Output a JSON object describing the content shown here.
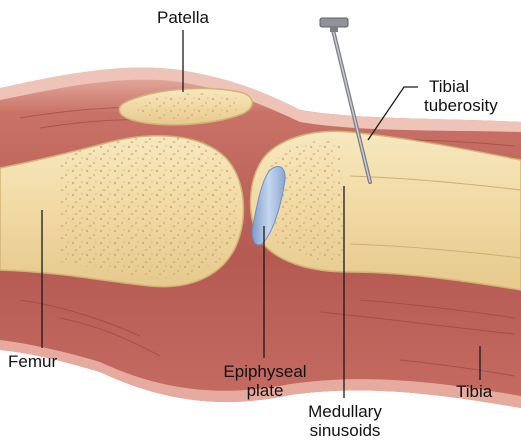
{
  "labels": {
    "patella": "Patella",
    "tibial_tuberosity_line1": "Tibial",
    "tibial_tuberosity_line2": "tuberosity",
    "femur": "Femur",
    "epiphyseal_plate_line1": "Epiphyseal",
    "epiphyseal_plate_line2": "plate",
    "medullary_sinusoids_line1": "Medullary",
    "medullary_sinusoids_line2": "sinusoids",
    "tibia": "Tibia"
  },
  "colors": {
    "muscle_dark": "#a8504a",
    "muscle_mid": "#c46d64",
    "skin_light": "#e7b2a6",
    "bone_fill": "#f3dfae",
    "bone_outline": "#d2b57a",
    "plate_blue": "#a8c0df",
    "needle": "#8a8d93",
    "leader_line": "#1a1a1a"
  }
}
